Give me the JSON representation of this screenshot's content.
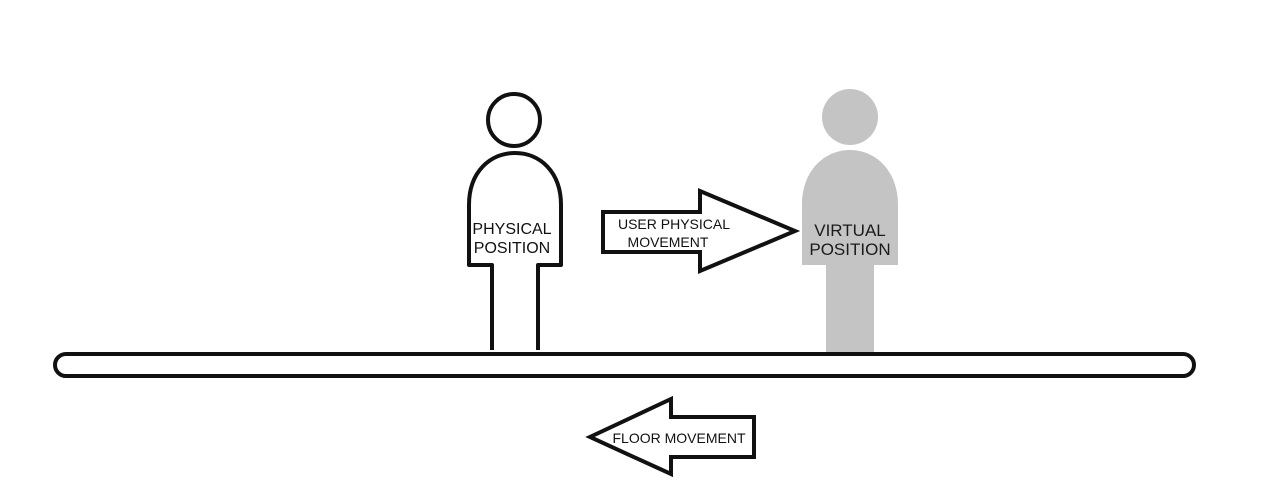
{
  "physical_figure": {
    "label_line1": "PHYSICAL",
    "label_line2": "POSITION"
  },
  "virtual_figure": {
    "label_line1": "VIRTUAL",
    "label_line2": "POSITION",
    "fill_color": "#c4c4c4"
  },
  "movement_arrow": {
    "label_line1": "USER PHYSICAL",
    "label_line2": "MOVEMENT",
    "direction": "right"
  },
  "floor_arrow": {
    "label": "FLOOR MOVEMENT",
    "direction": "left"
  },
  "colors": {
    "stroke": "#111111",
    "background": "#ffffff"
  }
}
